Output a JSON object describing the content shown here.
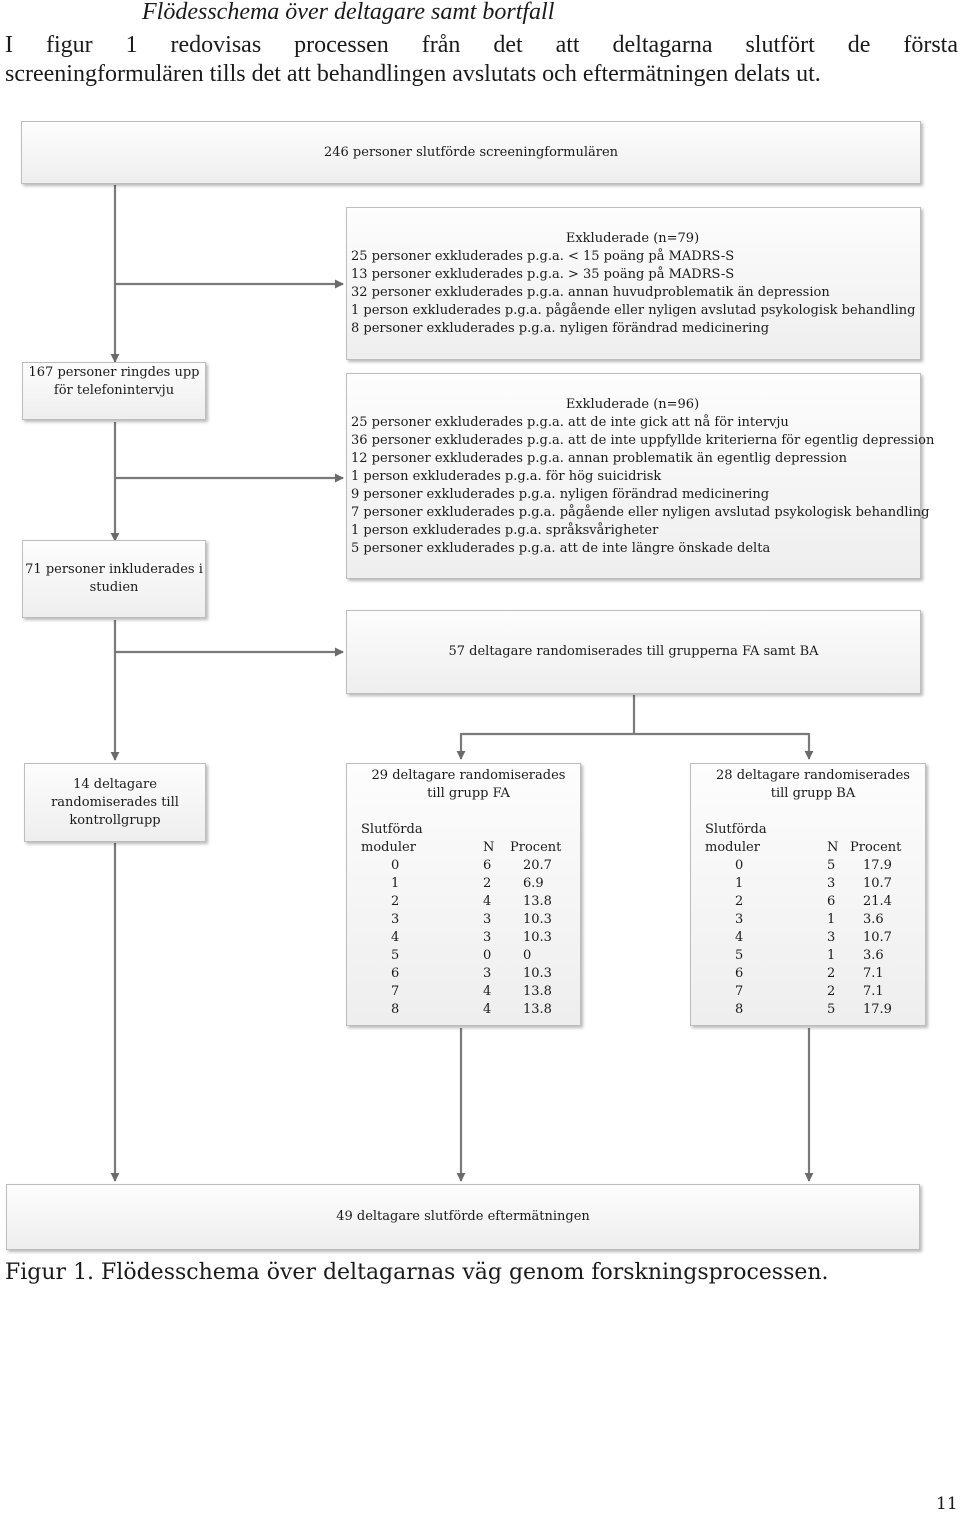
{
  "heading": "Flödesschema över deltagare samt bortfall",
  "intro": {
    "line1": "I figur 1 redovisas processen från det att deltagarna slutfört de första",
    "line2": "screeningformulären tills det att behandlingen avslutats och eftermätningen delats ut."
  },
  "flow": {
    "screening": "246 personer slutförde screeningformulären",
    "phone_interview": "167 personer ringdes upp för telefonintervju",
    "included": "71 personer inkluderades i studien",
    "exclusion_1": {
      "title": "Exkluderade (n=79)",
      "lines": [
        "25 personer exkluderades p.g.a. < 15 poäng på MADRS-S",
        "13 personer exkluderades p.g.a. > 35 poäng på MADRS-S",
        "32 personer exkluderades p.g.a. annan huvudproblematik än depression",
        "1 person exkluderades p.g.a. pågående eller nyligen avslutad psykologisk behandling",
        "8 personer exkluderades p.g.a. nyligen förändrad medicinering"
      ]
    },
    "exclusion_2": {
      "title": "Exkluderade (n=96)",
      "lines": [
        "25 personer exkluderades p.g.a. att de inte gick att nå för intervju",
        "36 personer exkluderades p.g.a. att de inte uppfyllde kriterierna för egentlig depression",
        "12 personer exkluderades p.g.a. annan problematik än egentlig depression",
        "1 person exkluderades p.g.a. för hög suicidrisk",
        "9 personer exkluderades p.g.a. nyligen förändrad medicinering",
        "7 personer exkluderades p.g.a. pågående eller nyligen avslutad psykologisk behandling",
        "1 person exkluderades p.g.a. språksvårigheter",
        "5 personer exkluderades p.g.a. att de inte längre önskade delta"
      ]
    },
    "randomized": "57 deltagare randomiserades till grupperna FA samt BA",
    "control": "14 deltagare randomiserades till kontrollgrupp",
    "group_fa": {
      "title": "29 deltagare randomiserades till grupp FA",
      "col_module_1": "Slutförda",
      "col_module_2": "moduler",
      "col_n": "N",
      "col_pct": "Procent",
      "rows": [
        [
          "0",
          "6",
          "20.7"
        ],
        [
          "1",
          "2",
          "6.9"
        ],
        [
          "2",
          "4",
          "13.8"
        ],
        [
          "3",
          "3",
          "10.3"
        ],
        [
          "4",
          "3",
          "10.3"
        ],
        [
          "5",
          "0",
          "0"
        ],
        [
          "6",
          "3",
          "10.3"
        ],
        [
          "7",
          "4",
          "13.8"
        ],
        [
          "8",
          "4",
          "13.8"
        ]
      ]
    },
    "group_ba": {
      "title": "28 deltagare randomiserades till grupp BA",
      "col_module_1": "Slutförda",
      "col_module_2": "moduler",
      "col_n": "N",
      "col_pct": "Procent",
      "rows": [
        [
          "0",
          "5",
          "17.9"
        ],
        [
          "1",
          "3",
          "10.7"
        ],
        [
          "2",
          "6",
          "21.4"
        ],
        [
          "3",
          "1",
          "3.6"
        ],
        [
          "4",
          "3",
          "10.7"
        ],
        [
          "5",
          "1",
          "3.6"
        ],
        [
          "6",
          "2",
          "7.1"
        ],
        [
          "7",
          "2",
          "7.1"
        ],
        [
          "8",
          "5",
          "17.9"
        ]
      ]
    },
    "post_measurement": "49 deltagare slutförde eftermätningen"
  },
  "caption": "Figur 1. Flödesschema över deltagarnas väg genom forskningsprocessen.",
  "page_number": "11"
}
